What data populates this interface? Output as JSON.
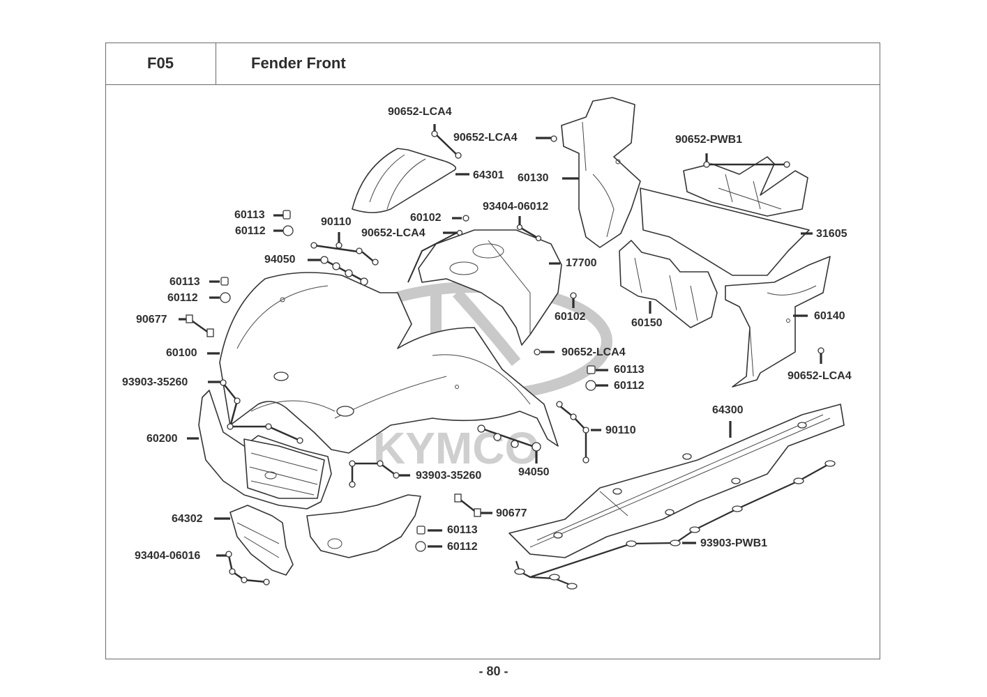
{
  "header": {
    "section_code": "F05",
    "section_title": "Fender Front"
  },
  "footer": {
    "page_number": "- 80 -"
  },
  "watermark": {
    "brand": "KYMCO"
  },
  "parts": [
    {
      "id": "p1",
      "number": "90652-LCA4"
    },
    {
      "id": "p2",
      "number": "90652-LCA4"
    },
    {
      "id": "p3",
      "number": "64301"
    },
    {
      "id": "p4",
      "number": "60130"
    },
    {
      "id": "p5",
      "number": "90652-PWB1"
    },
    {
      "id": "p6",
      "number": "60113"
    },
    {
      "id": "p7",
      "number": "60112"
    },
    {
      "id": "p8",
      "number": "90110"
    },
    {
      "id": "p9",
      "number": "60102"
    },
    {
      "id": "p10",
      "number": "93404-06012"
    },
    {
      "id": "p11",
      "number": "90652-LCA4"
    },
    {
      "id": "p12",
      "number": "31605"
    },
    {
      "id": "p13",
      "number": "94050"
    },
    {
      "id": "p14",
      "number": "17700"
    },
    {
      "id": "p15",
      "number": "60113"
    },
    {
      "id": "p16",
      "number": "60112"
    },
    {
      "id": "p17",
      "number": "60102"
    },
    {
      "id": "p18",
      "number": "60150"
    },
    {
      "id": "p19",
      "number": "60140"
    },
    {
      "id": "p20",
      "number": "90677"
    },
    {
      "id": "p21",
      "number": "60100"
    },
    {
      "id": "p22",
      "number": "90652-LCA4"
    },
    {
      "id": "p23",
      "number": "60113"
    },
    {
      "id": "p24",
      "number": "60112"
    },
    {
      "id": "p25",
      "number": "93903-35260"
    },
    {
      "id": "p26",
      "number": "90652-LCA4"
    },
    {
      "id": "p27",
      "number": "64300"
    },
    {
      "id": "p28",
      "number": "60200"
    },
    {
      "id": "p29",
      "number": "90110"
    },
    {
      "id": "p30",
      "number": "93903-35260"
    },
    {
      "id": "p31",
      "number": "94050"
    },
    {
      "id": "p32",
      "number": "90677"
    },
    {
      "id": "p33",
      "number": "64302"
    },
    {
      "id": "p34",
      "number": "60113"
    },
    {
      "id": "p35",
      "number": "93903-PWB1"
    },
    {
      "id": "p36",
      "number": "60112"
    },
    {
      "id": "p37",
      "number": "93404-06016"
    }
  ]
}
